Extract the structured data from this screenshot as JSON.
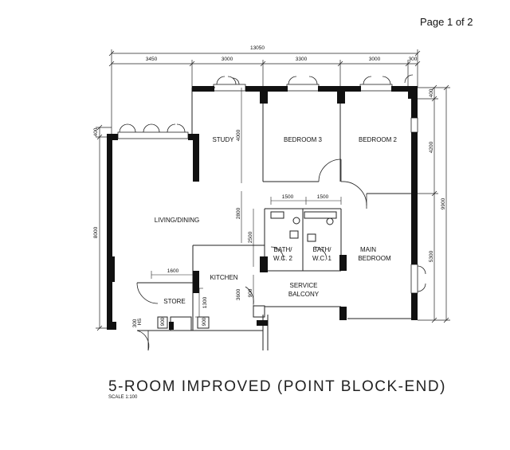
{
  "page_indicator": "Page 1 of 2",
  "plan": {
    "title": "5-ROOM IMPROVED (POINT BLOCK-END)",
    "scale": "SCALE 1:100",
    "rooms": {
      "study": "STUDY",
      "bedroom3": "BEDROOM 3",
      "bedroom2": "BEDROOM 2",
      "living": "LIVING/DINING",
      "bath2_a": "BATH/",
      "bath2_b": "W.C. 2",
      "bath1_a": "BATH/",
      "bath1_b": "W.C. 1",
      "main_bed_a": "MAIN",
      "main_bed_b": "BEDROOM",
      "kitchen": "KITCHEN",
      "service_a": "SERVICE",
      "service_b": "BALCONY",
      "store": "STORE",
      "hs": "HS"
    },
    "dimensions": {
      "total_width": "13050",
      "top_1": "3450",
      "top_2": "3000",
      "top_3": "3300",
      "top_4": "3000",
      "top_5": "300",
      "right_1": "400",
      "right_2": "4200",
      "right_3": "5300",
      "right_total": "9900",
      "left_1": "400",
      "left_2": "8000",
      "study_depth": "4000",
      "mid_1": "2800",
      "mid_2": "2500",
      "mid_3": "3600",
      "mid_4": "900",
      "bath_w1": "1500",
      "bath_w2": "1500",
      "store_w": "1600",
      "store_h": "1300",
      "small_1": "900",
      "small_2": "900",
      "small_3": "300"
    }
  },
  "colors": {
    "wall": "#111111",
    "line": "#222222"
  }
}
